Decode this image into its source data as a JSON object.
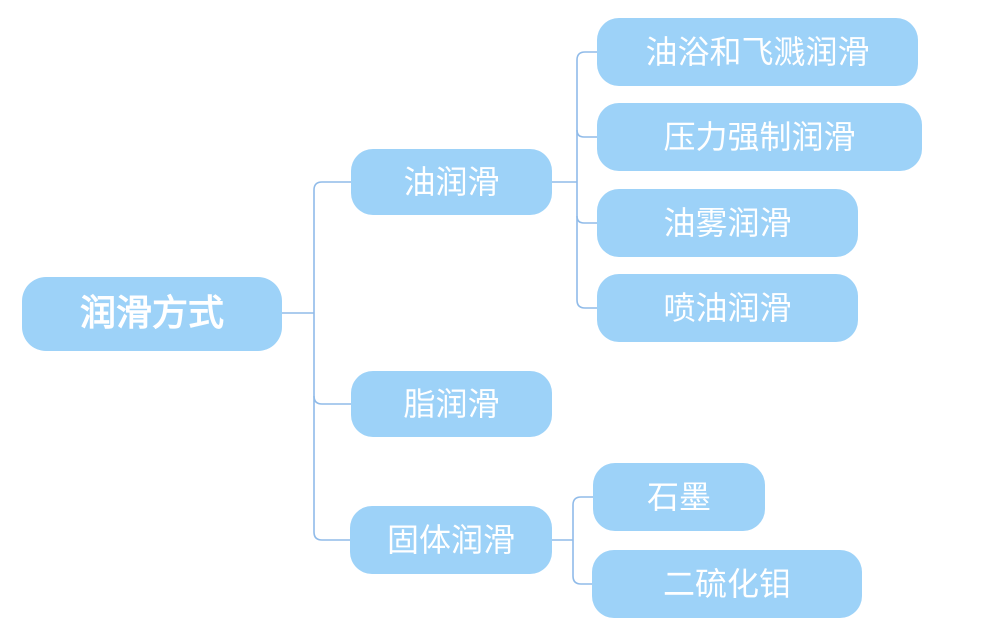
{
  "mindmap": {
    "root": {
      "label": "润滑方式"
    },
    "branches": [
      {
        "label": "油润滑",
        "children": [
          {
            "label": "油浴和飞溅润滑"
          },
          {
            "label": "压力强制润滑"
          },
          {
            "label": "油雾润滑"
          },
          {
            "label": "喷油润滑"
          }
        ]
      },
      {
        "label": "脂润滑",
        "children": []
      },
      {
        "label": "固体润滑",
        "children": [
          {
            "label": "石墨"
          },
          {
            "label": "二硫化钼"
          }
        ]
      }
    ],
    "colors": {
      "node_fill": "#9DD2F8",
      "node_text": "#FFFFFF",
      "connector": "#90BBE9",
      "background": "#FFFFFF"
    }
  }
}
